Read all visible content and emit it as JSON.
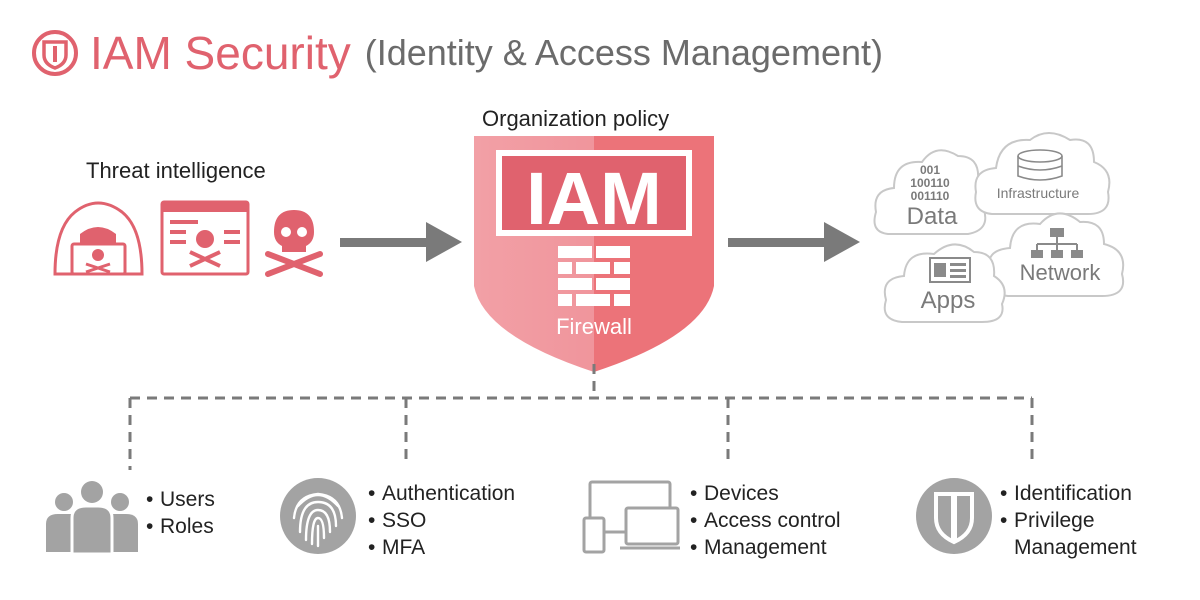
{
  "title": {
    "main": "IAM Security",
    "sub": "(Identity & Access Management)"
  },
  "threat": {
    "heading": "Threat intelligence",
    "icons": [
      "hacker-icon",
      "malware-window-icon",
      "skull-crossbones-icon"
    ]
  },
  "shield": {
    "heading": "Organization policy",
    "label": "IAM",
    "firewall_label": "Firewall"
  },
  "clouds": {
    "data_label": "Data",
    "data_binary": [
      "001",
      "100110",
      "001110"
    ],
    "infrastructure_label": "Infrastructure",
    "network_label": "Network",
    "apps_label": "Apps"
  },
  "groups": [
    {
      "icon": "users-group-icon",
      "items": [
        "Users",
        "Roles"
      ]
    },
    {
      "icon": "fingerprint-icon",
      "items": [
        "Authentication",
        "SSO",
        "MFA"
      ]
    },
    {
      "icon": "devices-icon",
      "items": [
        "Devices",
        "Access control",
        "Management"
      ]
    },
    {
      "icon": "shield-icon",
      "items": [
        "Identification",
        "Privilege",
        "Management"
      ]
    }
  ],
  "colors": {
    "accent": "#e0626e",
    "shield_light": "#f4a3a8",
    "shield_dark": "#ec7379",
    "gray": "#7a7a7a",
    "icon_gray": "#a3a3a3"
  }
}
